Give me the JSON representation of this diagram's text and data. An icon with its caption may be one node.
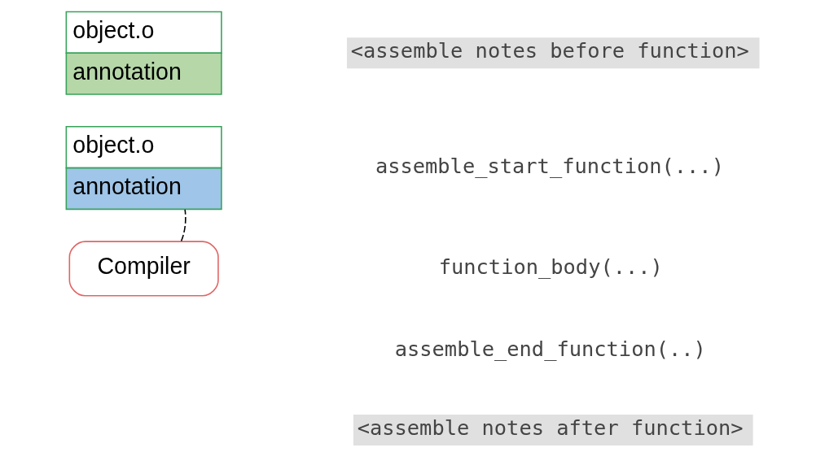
{
  "diagram": {
    "nodes": [
      {
        "text": [
          "object.o",
          "annotation"
        ]
      },
      {
        "text": [
          "object.o",
          "annotation"
        ]
      },
      {
        "text": [
          "Compiler"
        ]
      }
    ],
    "edges": [
      {
        "from": 2,
        "to": 1,
        "arrow": "none",
        "style": "dashed"
      }
    ],
    "labels": [
      "<assemble notes before function>",
      "assemble_start_function(...)",
      "function_body(...)",
      "assemble_end_function(..)",
      "<assemble notes after function>"
    ]
  }
}
